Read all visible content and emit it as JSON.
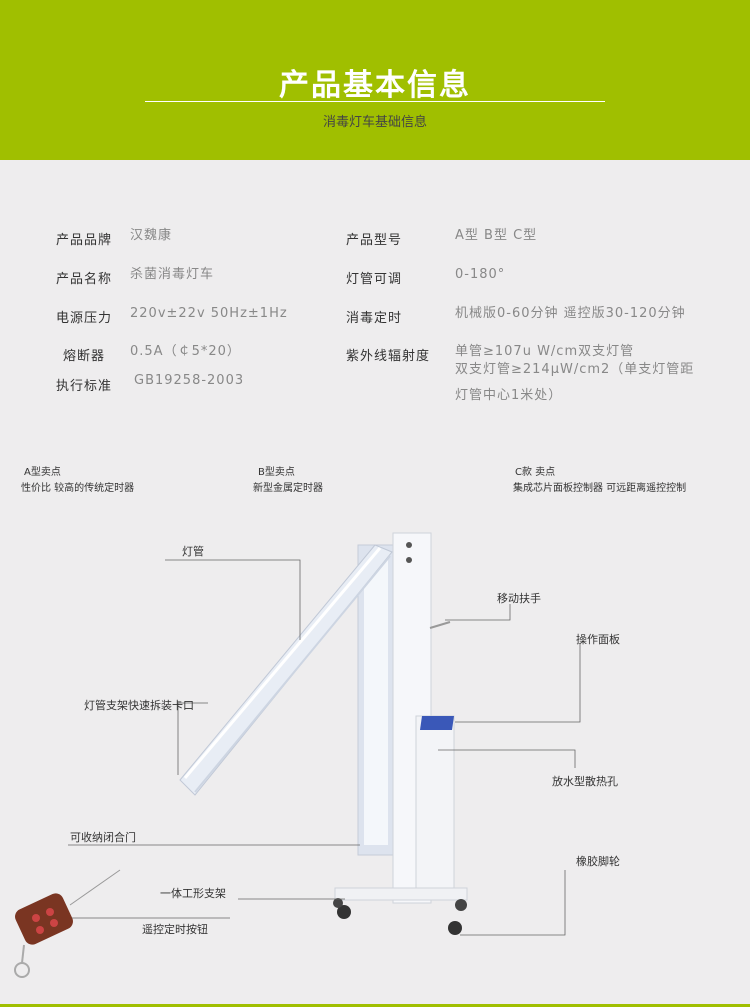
{
  "header": {
    "title": "产品基本信息",
    "subtitle": "消毒灯车基础信息",
    "accent": "#a0bf00"
  },
  "specs": [
    {
      "label": "产品品牌",
      "value": "汉魏康"
    },
    {
      "label": "产品名称",
      "value": "杀菌消毒灯车"
    },
    {
      "label": "电源压力",
      "value": "220v±22v  50Hz±1Hz"
    },
    {
      "label": "熔断器",
      "value": "0.5A（￠5*20）"
    },
    {
      "label": "执行标准",
      "value": "GB19258-2003"
    },
    {
      "label": "产品型号",
      "value": "A型  B型  C型"
    },
    {
      "label": "灯管可调",
      "value": "0-180°"
    },
    {
      "label": "消毒定时",
      "value": "机械版0-60分钟   遥控版30-120分钟"
    },
    {
      "label": "紫外线辐射度",
      "value_lines": [
        "单管≥107u  W/cm双支灯管",
        "双支灯管≥214μW/cm2（单支灯管距",
        "灯管中心1米处）"
      ]
    }
  ],
  "selling_points": [
    {
      "title": "A型卖点",
      "desc": "性价比 较高的传统定时器"
    },
    {
      "title": "B型卖点",
      "desc": "新型金属定时器"
    },
    {
      "title": "C款 卖点",
      "desc": "集成芯片面板控制器 可远距离遥控控制"
    }
  ],
  "callouts": {
    "tube": "灯管",
    "handle": "移动扶手",
    "panel": "操作面板",
    "clip": "灯管支架快速拆装卡口",
    "vent": "放水型散热孔",
    "door": "可收纳闭合门",
    "wheel": "橡胶脚轮",
    "frame": "一体工形支架",
    "remote": "遥控定时按钮"
  }
}
